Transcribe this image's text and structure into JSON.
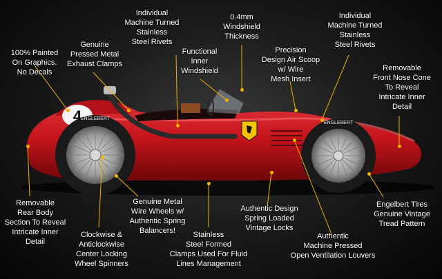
{
  "colors": {
    "text": "#ffffff",
    "leader": "#f2b400",
    "car_red": "#c4141b",
    "background": "#1c1c1c"
  },
  "car": {
    "tire_text": "ENGLEBERT",
    "number": "4"
  },
  "callouts": [
    {
      "id": "painted-graphics",
      "lines": [
        "100% Painted",
        "On Graphics.",
        "No Decals"
      ]
    },
    {
      "id": "exhaust-clamps",
      "lines": [
        "Genuine",
        "Pressed  Metal",
        "Exhaust Clamps"
      ]
    },
    {
      "id": "rivets-left",
      "lines": [
        "Individual",
        "Machine Turned",
        "Stainless",
        "Steel Rivets"
      ]
    },
    {
      "id": "inner-windshield",
      "lines": [
        "Functional",
        "Inner",
        "Windshield"
      ]
    },
    {
      "id": "windshield-thickness",
      "lines": [
        "0.4mm",
        "Windshield",
        "Thickness"
      ]
    },
    {
      "id": "air-scoop",
      "lines": [
        "Precision",
        "Design Air Scoop",
        "w/ Wire",
        "Mesh Insert"
      ]
    },
    {
      "id": "rivets-right",
      "lines": [
        "Individual",
        "Machine Turned",
        "Stainless",
        "Steel Rivets"
      ]
    },
    {
      "id": "nose-cone",
      "lines": [
        "Removable",
        "Front Nose Cone",
        "To Reveal",
        "Intricate Inner",
        "Detail"
      ]
    },
    {
      "id": "rear-body",
      "lines": [
        "Removable",
        "Rear Body",
        "Section To Reveal",
        "Intricate Inner",
        "Detail"
      ]
    },
    {
      "id": "wheel-spinners",
      "lines": [
        "Clockwise &",
        "Anticlockwise",
        "Center Locking",
        "Wheel Spinners"
      ]
    },
    {
      "id": "wire-wheels",
      "lines": [
        "Genuine Metal",
        "Wire Wheels w/",
        "Authentic Spring",
        "Balancers!"
      ]
    },
    {
      "id": "formed-clamps",
      "lines": [
        "Stainless",
        "Steel Formed",
        "Clamps Used For Fluid",
        "Lines Management"
      ]
    },
    {
      "id": "vintage-locks",
      "lines": [
        "Authentic Design",
        "Spring Loaded",
        "Vintage Locks"
      ]
    },
    {
      "id": "ventilation-louvers",
      "lines": [
        "Authentic",
        "Machine Pressed",
        "Open Ventilation Louvers"
      ]
    },
    {
      "id": "englebert-tires",
      "lines": [
        "Engelbert Tires",
        "Genuine  Vintage",
        "Tread Pattern"
      ]
    }
  ]
}
